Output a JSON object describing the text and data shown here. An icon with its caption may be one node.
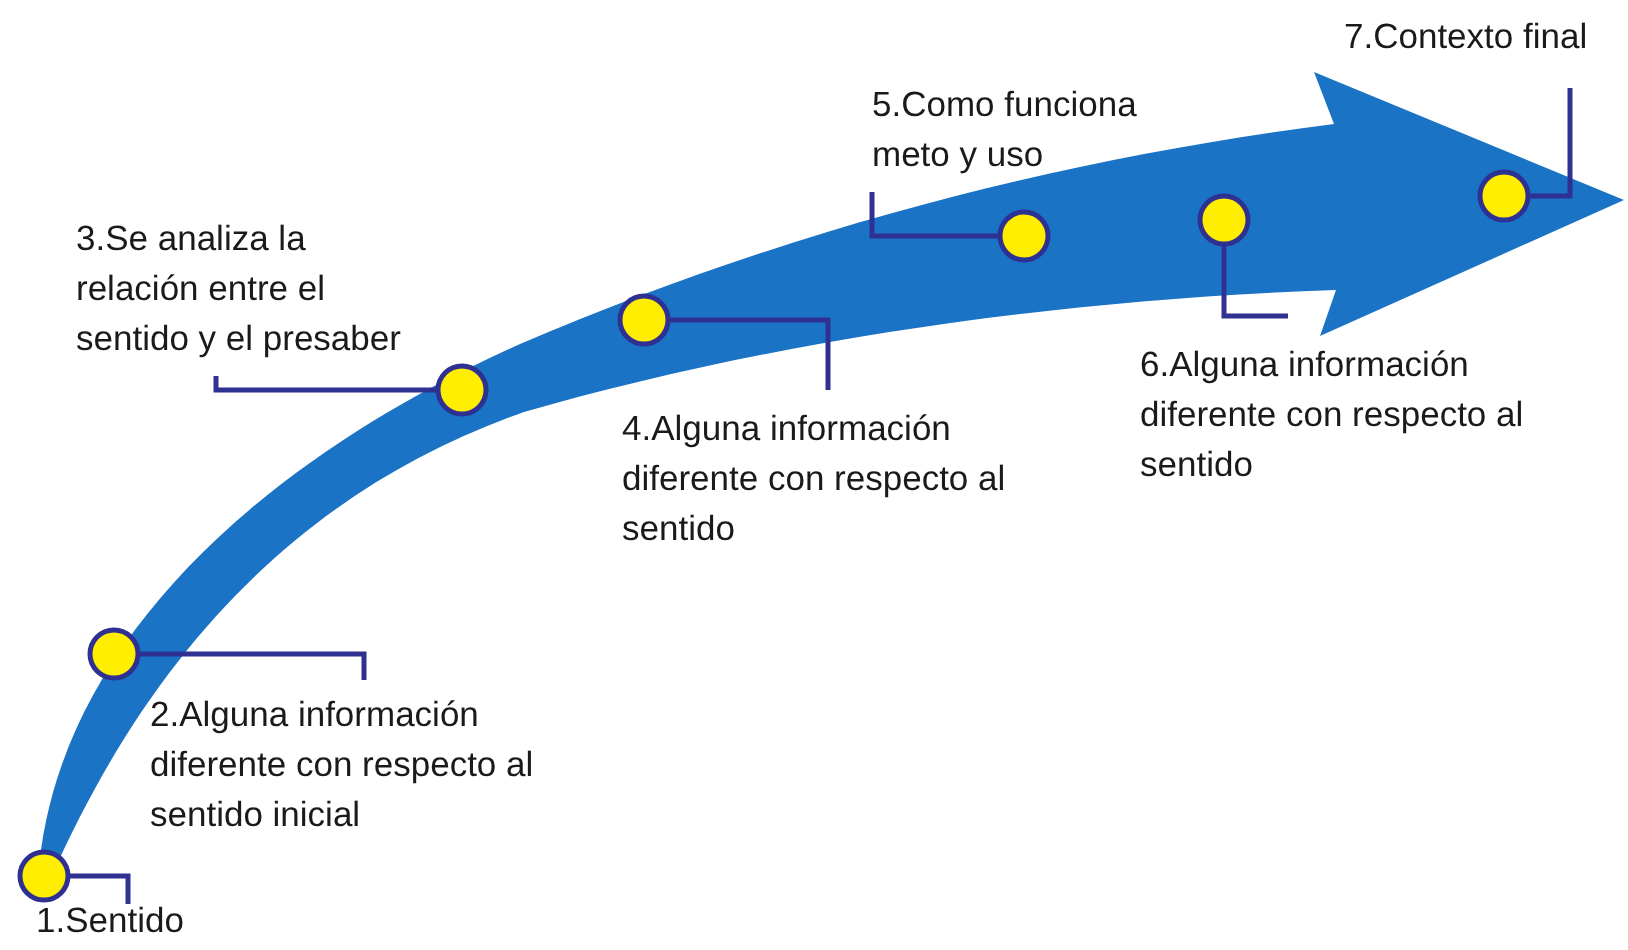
{
  "diagram": {
    "nodes": [
      {
        "text": [
          "1.Sentido"
        ]
      },
      {
        "text": [
          "2.Alguna información diferente con respecto al  sentido inicial"
        ]
      },
      {
        "text": [
          "3.Se analiza la relación entre el sentido y el presaber"
        ]
      },
      {
        "text": [
          "4.Alguna información diferente con respecto al  sentido"
        ]
      },
      {
        "text": [
          "5.Como funciona meto y uso"
        ]
      },
      {
        "text": [
          "6.Alguna información diferente con respecto al  sentido"
        ]
      },
      {
        "text": [
          "7.Contexto final"
        ]
      },
      {
        "text": [],
        "shape": "circle"
      },
      {
        "text": [],
        "shape": "circle"
      },
      {
        "text": [],
        "shape": "circle"
      },
      {
        "text": [],
        "shape": "circle"
      },
      {
        "text": [],
        "shape": "circle"
      },
      {
        "text": [],
        "shape": "circle"
      },
      {
        "text": [],
        "shape": "circle"
      }
    ],
    "edges": [
      {
        "from": 0,
        "to": 7,
        "arrow": "none"
      },
      {
        "from": 1,
        "to": 8,
        "arrow": "none"
      },
      {
        "from": 2,
        "to": 9,
        "arrow": "none"
      },
      {
        "from": 3,
        "to": 10,
        "arrow": "none"
      },
      {
        "from": 4,
        "to": 11,
        "arrow": "none"
      },
      {
        "from": 5,
        "to": 12,
        "arrow": "none"
      },
      {
        "from": 6,
        "to": 13,
        "arrow": "none"
      }
    ]
  }
}
